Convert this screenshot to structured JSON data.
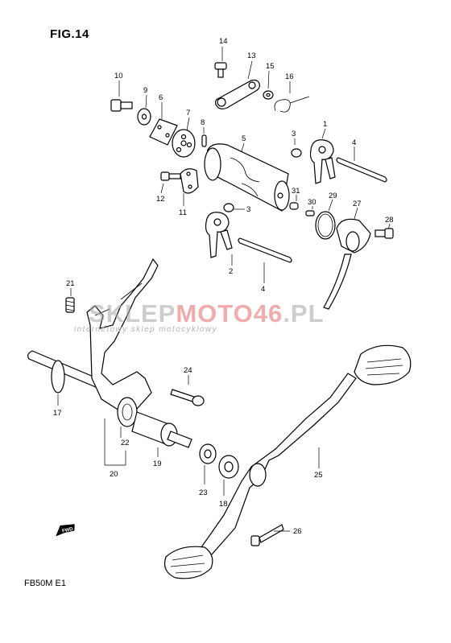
{
  "figure_title": "FIG.14",
  "model_code": "FB50M  E1",
  "fwd_label": "FWD",
  "watermark": {
    "part1": "SKLEP",
    "part2": "MOTO",
    "part3": "46",
    "part4": ".PL",
    "tagline": "internetowy sklep motocyklowy"
  },
  "part_numbers": [
    "1",
    "2",
    "3",
    "4",
    "5",
    "6",
    "7",
    "8",
    "9",
    "10",
    "11",
    "12",
    "13",
    "14",
    "15",
    "16",
    "17",
    "18",
    "19",
    "20",
    "21",
    "22",
    "23",
    "24",
    "25",
    "26",
    "27",
    "28",
    "29",
    "30",
    "31"
  ],
  "callouts": {
    "p14": "14",
    "p13": "13",
    "p15": "15",
    "p16": "16",
    "p10": "10",
    "p9": "9",
    "p6": "6",
    "p7": "7",
    "p8": "8",
    "p5": "5",
    "p3a": "3",
    "p1": "1",
    "p4a": "4",
    "p12": "12",
    "p11": "11",
    "p31": "31",
    "p30": "30",
    "p29": "29",
    "p27": "27",
    "p28": "28",
    "p3b": "3",
    "p2": "2",
    "p4b": "4",
    "p21": "21",
    "p24": "24",
    "p17": "17",
    "p22": "22",
    "p20": "20",
    "p19": "19",
    "p23": "23",
    "p18": "18",
    "p25": "25",
    "p26": "26"
  }
}
